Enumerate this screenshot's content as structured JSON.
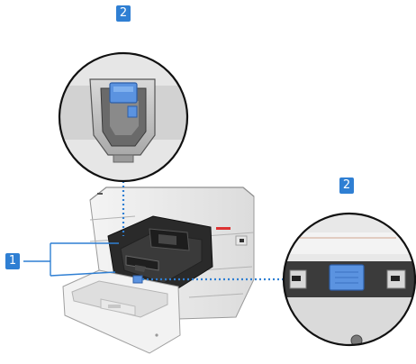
{
  "callouts": [
    {
      "label": "1"
    },
    {
      "label": "2"
    },
    {
      "label": "2"
    }
  ],
  "colors": {
    "badge": "#2f7fd3",
    "lever": "#5b93e0",
    "leader": "#2f7fd3",
    "body": "#ececec"
  },
  "icons": [
    "zoom-inset-circle",
    "paper-guide-lever",
    "cassette-tray"
  ]
}
